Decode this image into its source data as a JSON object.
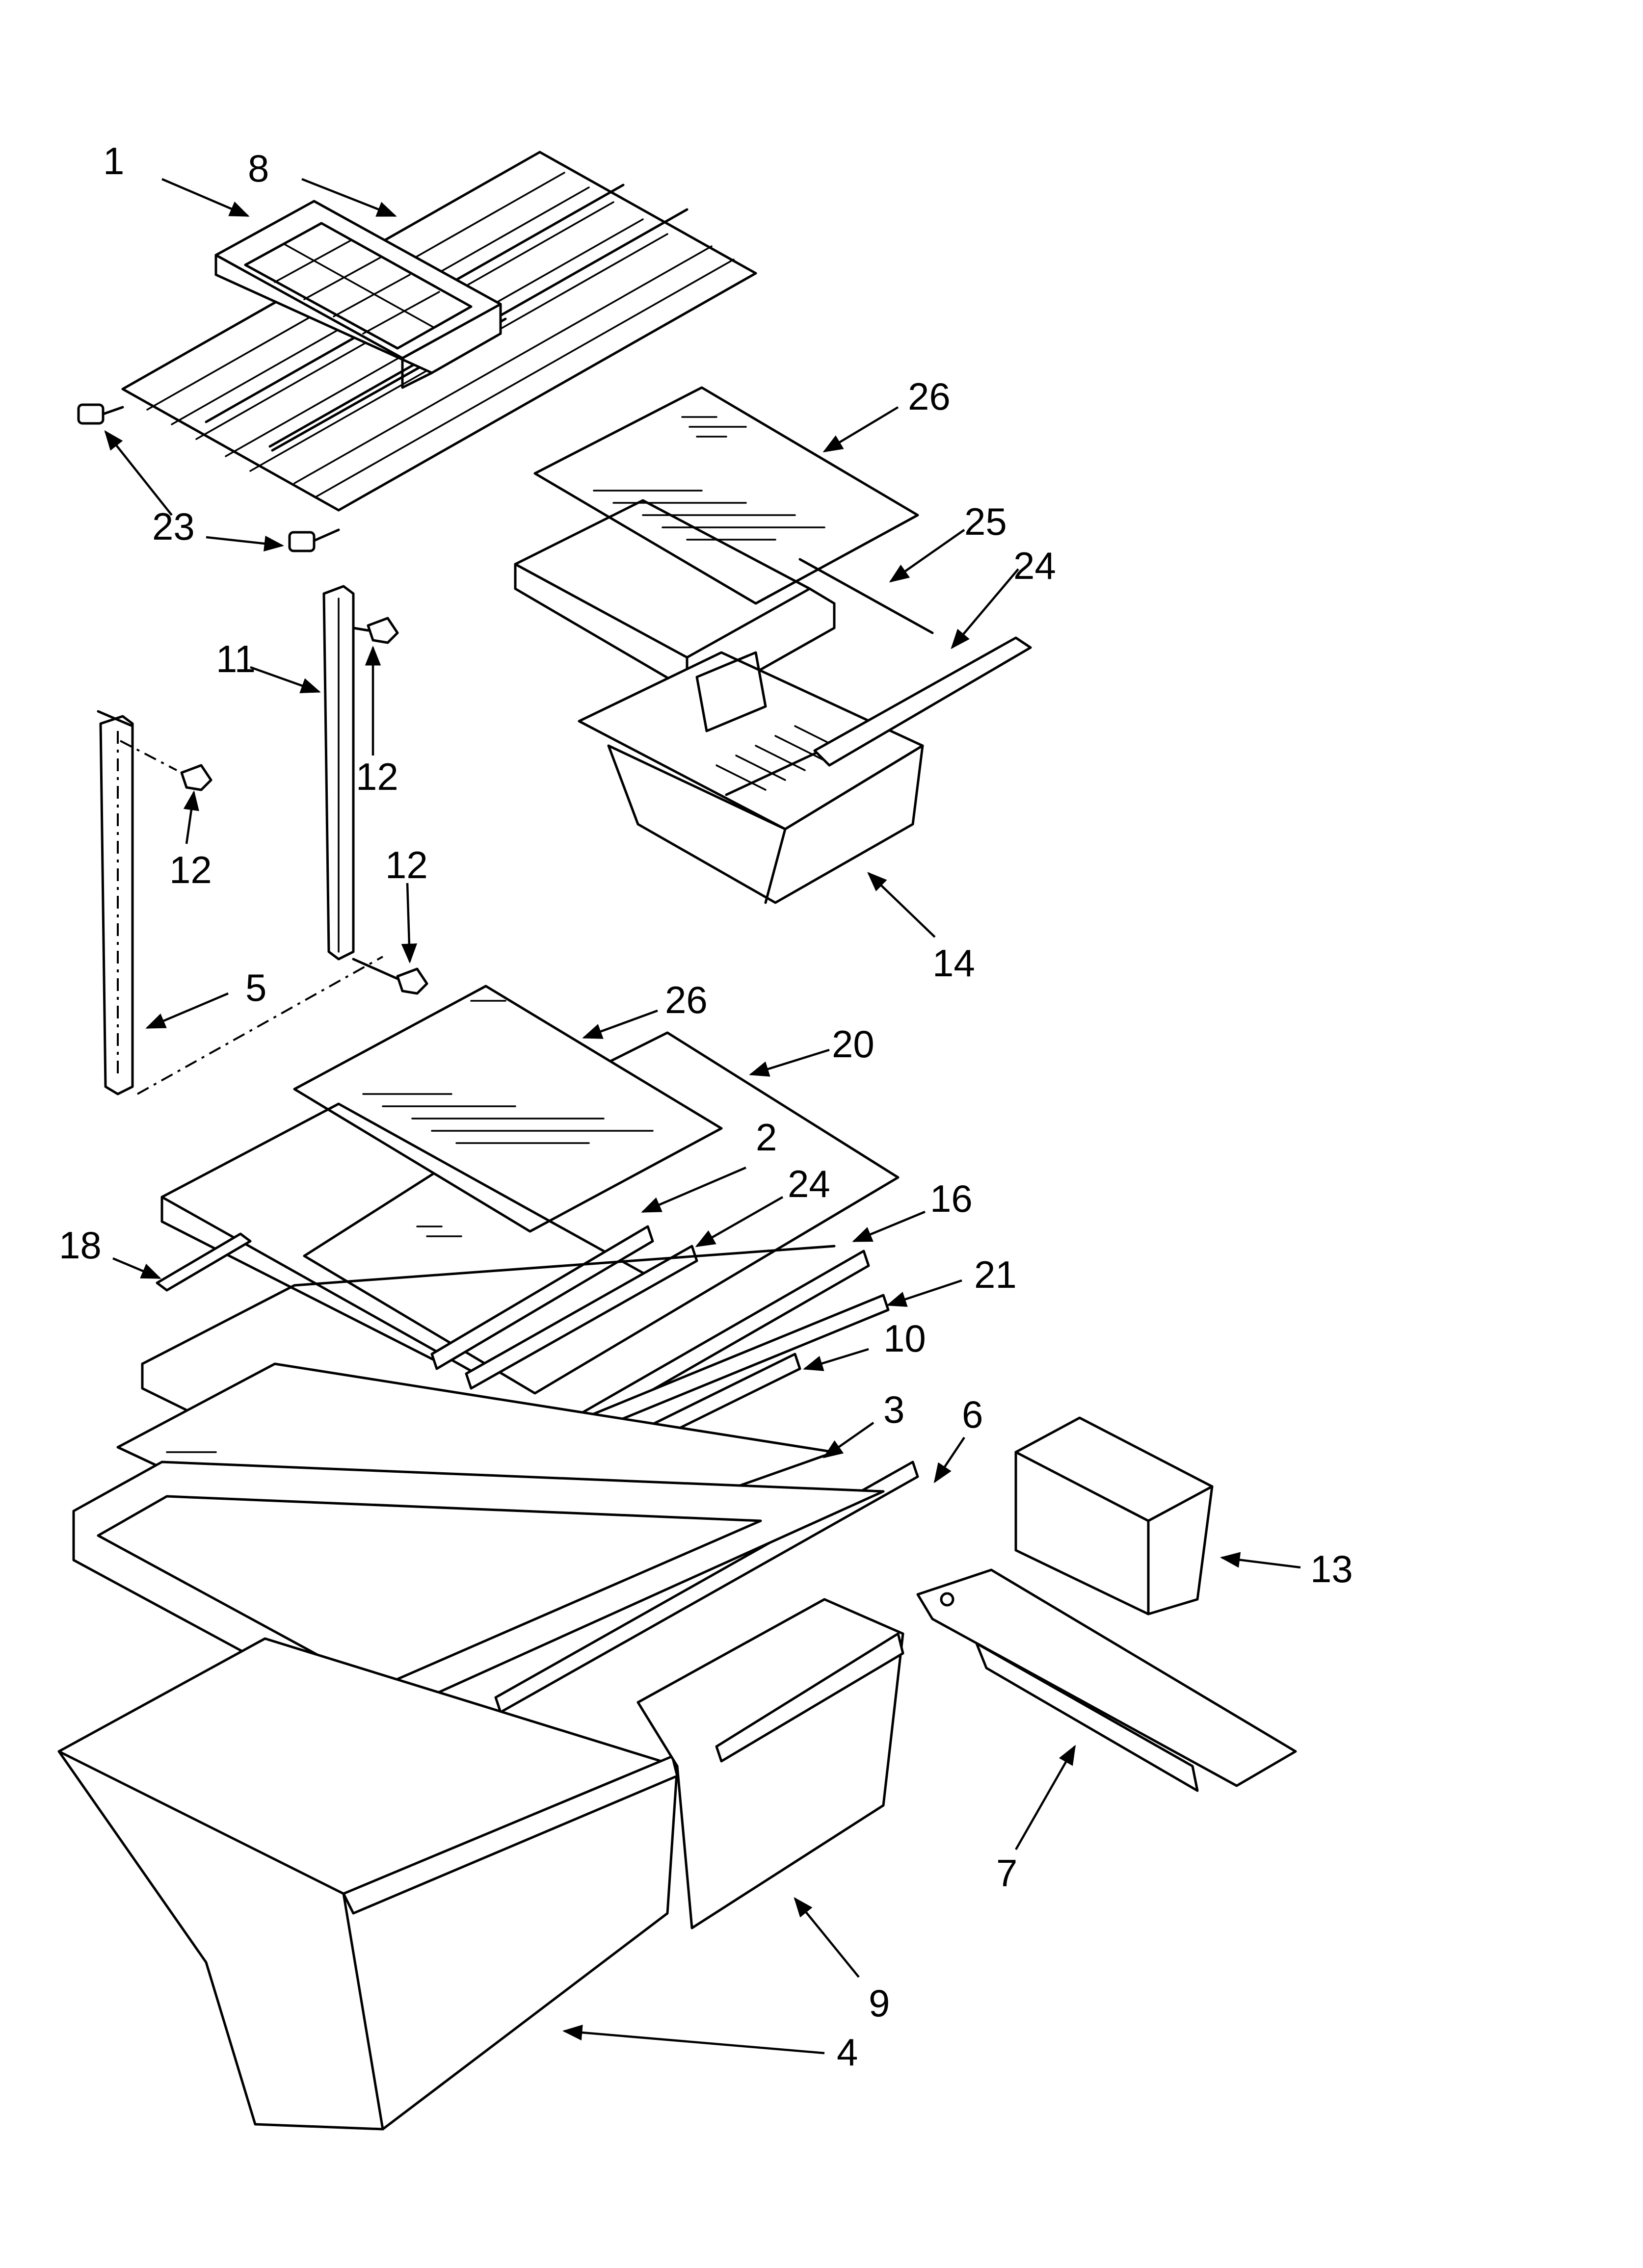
{
  "diagram": {
    "labels": {
      "l1": "1",
      "l8": "8",
      "l23": "23",
      "l26a": "26",
      "l25": "25",
      "l24a": "24",
      "l11": "11",
      "l12a": "12",
      "l12b": "12",
      "l12c": "12",
      "l14": "14",
      "l5": "5",
      "l26b": "26",
      "l20": "20",
      "l2": "2",
      "l24b": "24",
      "l16": "16",
      "l18": "18",
      "l21": "21",
      "l10": "10",
      "l3": "3",
      "l6": "6",
      "l13": "13",
      "l7": "7",
      "l9": "9",
      "l4": "4"
    }
  }
}
